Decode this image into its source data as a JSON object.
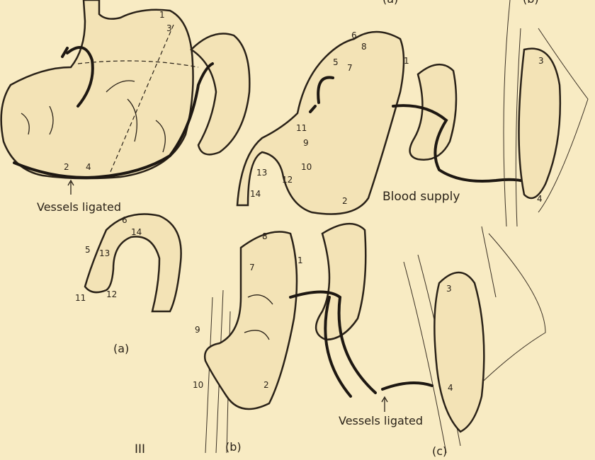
{
  "figure": {
    "plate_number": "III",
    "panel_captions": {
      "a": "(a)",
      "b": "(b)",
      "c": "(c)"
    },
    "top_cut_captions": {
      "left": "(a)",
      "right": "(b)"
    },
    "annotations": {
      "vessels_ligated_top": "Vessels ligated",
      "vessels_ligated_bottom": "Vessels ligated",
      "blood_supply": "Blood supply"
    },
    "numbers": {
      "top_left": [
        "1",
        "3",
        "2",
        "4"
      ],
      "panel_a": [
        "6",
        "14",
        "5",
        "13",
        "11",
        "12"
      ],
      "top_right": [
        "6",
        "8",
        "5",
        "7",
        "1",
        "11",
        "9",
        "10",
        "13",
        "12",
        "14",
        "2",
        "3",
        "4"
      ],
      "panel_b": [
        "8",
        "7",
        "1",
        "9",
        "10",
        "2"
      ],
      "panel_c": [
        "3",
        "4"
      ]
    }
  }
}
